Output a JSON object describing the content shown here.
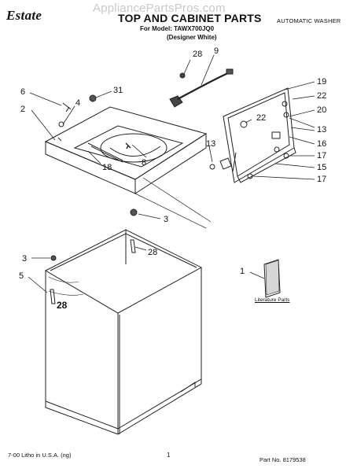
{
  "header": {
    "brand": "Estate",
    "watermark": "AppliancePartsPros.com",
    "title": "TOP AND CABINET PARTS",
    "model_line": "For Model: TAWX700JQ0",
    "color_line": "(Designer White)",
    "subtitle": "AUTOMATIC WASHER"
  },
  "footer": {
    "left": "7-00 Litho in U.S.A. (ng)",
    "page_number": "1",
    "part_no": "Part No. 8179538"
  },
  "literature_label": "Literature Parts",
  "callouts": [
    "28",
    "9",
    "31",
    "6",
    "4",
    "2",
    "19",
    "22",
    "20",
    "22",
    "13",
    "13",
    "17",
    "16",
    "8",
    "18",
    "15",
    "17",
    "3",
    "28",
    "3",
    "5",
    "28",
    "1"
  ]
}
